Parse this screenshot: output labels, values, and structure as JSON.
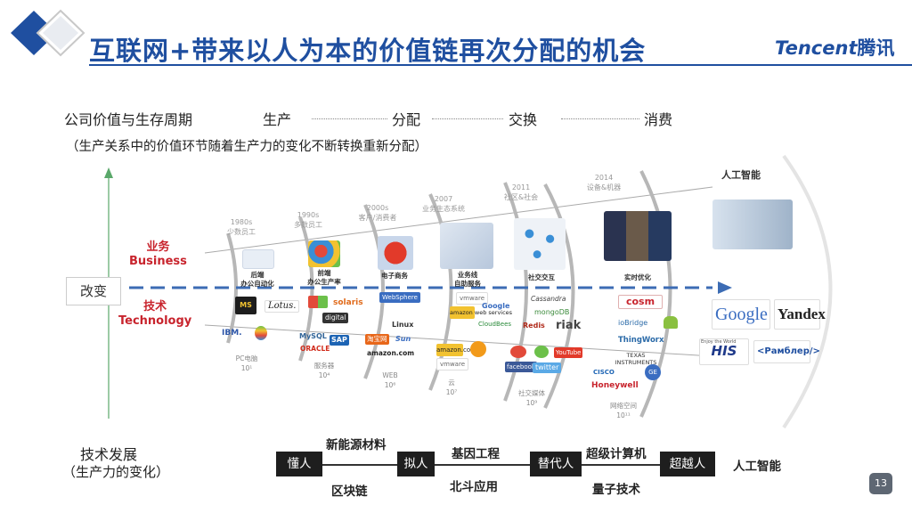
{
  "header": {
    "title": "互联网+带来以人为本的价值链再次分配的机会",
    "brand_latin": "Tencent",
    "brand_cjk": "腾讯",
    "accent_color": "#1f4fa0"
  },
  "stages": {
    "label": "公司价值与生存周期",
    "items": [
      "生产",
      "分配",
      "交换",
      "消费"
    ],
    "note": "（生产关系中的价值环节随着生产力的变化不断转换重新分配）"
  },
  "axis": {
    "change": "改变",
    "business_cn": "业务",
    "business_en": "Business",
    "tech_cn": "技术",
    "tech_en": "Technology",
    "label_color": "#c8242d"
  },
  "eras": [
    {
      "top": "1980s",
      "bottom": "少数员工",
      "mid": [
        "后端",
        "办公自动化"
      ],
      "low": "PC电脑",
      "scale": "10¹"
    },
    {
      "top": "1990s",
      "bottom": "多数员工",
      "mid": [
        "前端",
        "办公生产率"
      ],
      "low": "服务器",
      "scale": "10⁴"
    },
    {
      "top": "2000s",
      "bottom": "客户/消费者",
      "mid": [
        "电子商务",
        ""
      ],
      "low": "WEB",
      "scale": "10⁶"
    },
    {
      "top": "2007",
      "bottom": "业务生态系统",
      "mid": [
        "业务线",
        "自助服务"
      ],
      "low": "云",
      "scale": "10⁷"
    },
    {
      "top": "2011",
      "bottom": "社区&社会",
      "mid": [
        "社交交互",
        ""
      ],
      "low": "社交媒体",
      "scale": "10⁹"
    },
    {
      "top": "2014",
      "bottom": "设备&机器",
      "mid": [
        "实时优化",
        ""
      ],
      "low": "网络空间",
      "scale": "10¹¹"
    }
  ],
  "ai": {
    "label": "人工智能"
  },
  "logos": {
    "ibm": "IBM.",
    "lotus": "Lotus.",
    "ms": "MS",
    "solaris": "solaris",
    "digital": "digital",
    "mysql": "MySQL",
    "sap": "SAP",
    "oracle": "ORACLE",
    "sun": "Sun",
    "linux": "Linux",
    "amazon": "amazon.com",
    "websphere": "WebSphere",
    "taobao": "淘宝网",
    "vmware": "vmware",
    "google_small": "Google",
    "cloudbees": "CloudBees",
    "amazon_ws": "amazon web services",
    "cassandra": "Cassandra",
    "mongodb": "mongoDB",
    "redis": "Redis",
    "riak": "riak",
    "youtube": "YouTube",
    "facebook": "facebook",
    "twitter": "twitter",
    "cosm": "cosm",
    "iobridge": "ioBridge",
    "thingworx": "ThingWorx",
    "ti": "TEXAS INSTRUMENTS",
    "cisco": "CISCO",
    "honeywell": "Honeywell",
    "ge": "GE",
    "google": "Google",
    "yandex": "Yandex",
    "his": "HIS",
    "his_tag": "Enjoy the World",
    "rambler": "<Рамблер/>"
  },
  "tech_dev": {
    "title": "技术发展",
    "subtitle": "（生产力的变化）",
    "boxes": [
      "懂人",
      "拟人",
      "替代人",
      "超越人"
    ],
    "above": [
      "新能源材料",
      "基因工程",
      "超级计算机"
    ],
    "below": [
      "区块链",
      "北斗应用",
      "量子技术"
    ],
    "end": "人工智能"
  },
  "page_number": "13"
}
